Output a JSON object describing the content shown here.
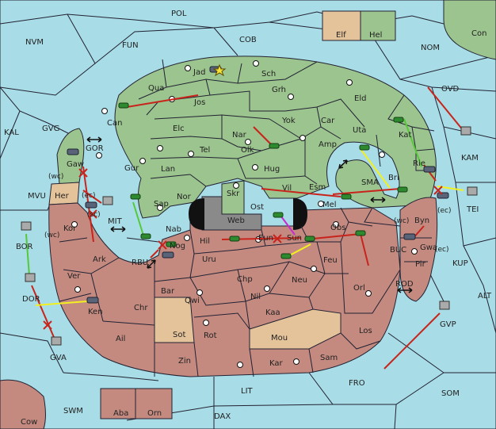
{
  "map": {
    "sea_labels": [
      {
        "id": "POL",
        "text": "POL"
      },
      {
        "id": "NVM",
        "text": "NVM"
      },
      {
        "id": "FUN",
        "text": "FUN"
      },
      {
        "id": "COB",
        "text": "COB"
      },
      {
        "id": "NOM",
        "text": "NOM"
      },
      {
        "id": "Con",
        "text": "Con"
      },
      {
        "id": "OVD",
        "text": "OVD"
      },
      {
        "id": "KAL",
        "text": "KAL"
      },
      {
        "id": "GVG",
        "text": "GVG"
      },
      {
        "id": "KAM",
        "text": "KAM"
      },
      {
        "id": "GOR",
        "text": "GOR"
      },
      {
        "id": "SMA",
        "text": "SMA"
      },
      {
        "id": "TEI",
        "text": "TEI"
      },
      {
        "id": "MVU",
        "text": "MVU"
      },
      {
        "id": "MIT",
        "text": "MIT"
      },
      {
        "id": "BOR",
        "text": "BOR"
      },
      {
        "id": "RBU",
        "text": "RBU"
      },
      {
        "id": "BUC",
        "text": "BUC"
      },
      {
        "id": "KUP",
        "text": "KUP"
      },
      {
        "id": "ROD",
        "text": "ROD"
      },
      {
        "id": "ALT",
        "text": "ALT"
      },
      {
        "id": "DOR",
        "text": "DOR"
      },
      {
        "id": "GVP",
        "text": "GVP"
      },
      {
        "id": "GVA",
        "text": "GVA"
      },
      {
        "id": "FRO",
        "text": "FRO"
      },
      {
        "id": "SOM",
        "text": "SOM"
      },
      {
        "id": "LIT",
        "text": "LIT"
      },
      {
        "id": "SWM",
        "text": "SWM"
      },
      {
        "id": "DAX",
        "text": "DAX"
      },
      {
        "id": "Cow",
        "text": "Cow"
      }
    ],
    "land_labels": [
      {
        "id": "Jad",
        "text": "Jad"
      },
      {
        "id": "Sch",
        "text": "Sch"
      },
      {
        "id": "Qua",
        "text": "Qua"
      },
      {
        "id": "Jos",
        "text": "Jos"
      },
      {
        "id": "Grh",
        "text": "Grh"
      },
      {
        "id": "Eld",
        "text": "Eld"
      },
      {
        "id": "Can",
        "text": "Can"
      },
      {
        "id": "Yok",
        "text": "Yok"
      },
      {
        "id": "Car",
        "text": "Car"
      },
      {
        "id": "Elc",
        "text": "Elc"
      },
      {
        "id": "Nar",
        "text": "Nar"
      },
      {
        "id": "Uta",
        "text": "Uta"
      },
      {
        "id": "Kat",
        "text": "Kat"
      },
      {
        "id": "Olk",
        "text": "Olk"
      },
      {
        "id": "Amp",
        "text": "Amp"
      },
      {
        "id": "Tel",
        "text": "Tel"
      },
      {
        "id": "Gaw",
        "text": "Gaw"
      },
      {
        "id": "Gur",
        "text": "Gur"
      },
      {
        "id": "Lan",
        "text": "Lan"
      },
      {
        "id": "Hug",
        "text": "Hug"
      },
      {
        "id": "Rie",
        "text": "Rie"
      },
      {
        "id": "Bri",
        "text": "Bri"
      },
      {
        "id": "Nor",
        "text": "Nor"
      },
      {
        "id": "Esm",
        "text": "Esm"
      },
      {
        "id": "Vil",
        "text": "Vil"
      },
      {
        "id": "Her",
        "text": "Her"
      },
      {
        "id": "Skr",
        "text": "Skr"
      },
      {
        "id": "Sap",
        "text": "Sap"
      },
      {
        "id": "Mel",
        "text": "Mel"
      },
      {
        "id": "Ost",
        "text": "Ost"
      },
      {
        "id": "Web",
        "text": "Web"
      },
      {
        "id": "Byn",
        "text": "Byn"
      },
      {
        "id": "Kor",
        "text": "Kor"
      },
      {
        "id": "Nab",
        "text": "Nab"
      },
      {
        "id": "Obs",
        "text": "Obs"
      },
      {
        "id": "Hil",
        "text": "Hil"
      },
      {
        "id": "Eun",
        "text": "Eun"
      },
      {
        "id": "Sun",
        "text": "Sun"
      },
      {
        "id": "Gwa",
        "text": "Gwa"
      },
      {
        "id": "Nog",
        "text": "Nog"
      },
      {
        "id": "Ark",
        "text": "Ark"
      },
      {
        "id": "Uru",
        "text": "Uru"
      },
      {
        "id": "Feu",
        "text": "Feu"
      },
      {
        "id": "Pir",
        "text": "Pir"
      },
      {
        "id": "Chp",
        "text": "Chp"
      },
      {
        "id": "Neu",
        "text": "Neu"
      },
      {
        "id": "Ver",
        "text": "Ver"
      },
      {
        "id": "Bar",
        "text": "Bar"
      },
      {
        "id": "Orl",
        "text": "Orl"
      },
      {
        "id": "Qwi",
        "text": "Qwi"
      },
      {
        "id": "Nil",
        "text": "Nil"
      },
      {
        "id": "Ken",
        "text": "Ken"
      },
      {
        "id": "Chr",
        "text": "Chr"
      },
      {
        "id": "Kaa",
        "text": "Kaa"
      },
      {
        "id": "Los",
        "text": "Los"
      },
      {
        "id": "Sot",
        "text": "Sot"
      },
      {
        "id": "Rot",
        "text": "Rot"
      },
      {
        "id": "Ail",
        "text": "Ail"
      },
      {
        "id": "Mou",
        "text": "Mou"
      },
      {
        "id": "Sam",
        "text": "Sam"
      },
      {
        "id": "Zin",
        "text": "Zin"
      },
      {
        "id": "Kar",
        "text": "Kar"
      },
      {
        "id": "Elf",
        "text": "Elf"
      },
      {
        "id": "Hel",
        "text": "Hel"
      },
      {
        "id": "Aba",
        "text": "Aba"
      },
      {
        "id": "Orn",
        "text": "Orn"
      }
    ],
    "coast_tags": [
      {
        "id": "wc1",
        "text": "(wc)"
      },
      {
        "id": "ec1",
        "text": "(ec)"
      },
      {
        "id": "sc1",
        "text": "(sc)"
      },
      {
        "id": "wc2",
        "text": "(wc)"
      },
      {
        "id": "wc3",
        "text": "(wc)"
      },
      {
        "id": "ec2",
        "text": "(ec)"
      },
      {
        "id": "ec3",
        "text": "(ec)"
      }
    ],
    "colors": {
      "sea": "#a8dce6",
      "green": "#9cc48e",
      "brown": "#c48a80",
      "tan": "#e5c39a",
      "red": "#c8241c",
      "yellow": "#f2f020",
      "lime": "#56c83a",
      "magenta": "#c82ad0"
    }
  }
}
